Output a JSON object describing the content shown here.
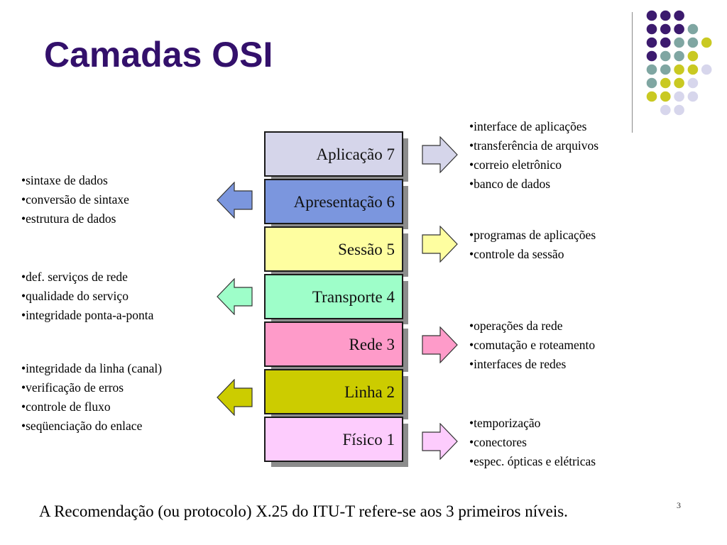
{
  "title": "Camadas OSI",
  "layers": [
    {
      "label": "Aplicação 7",
      "color": "#D5D5EA"
    },
    {
      "label": "Apresentação 6",
      "color": "#7B96DE"
    },
    {
      "label": "Sessão 5",
      "color": "#FEFEA0"
    },
    {
      "label": "Transporte 4",
      "color": "#9EFEC9"
    },
    {
      "label": "Rede 3",
      "color": "#FE9BC9"
    },
    {
      "label": "Linha 2",
      "color": "#CCCC00"
    },
    {
      "label": "Físico 1",
      "color": "#FDCCFD"
    }
  ],
  "left_lists": {
    "apresentacao": [
      "•sintaxe de dados",
      "•conversão de sintaxe",
      "•estrutura de dados"
    ],
    "transporte": [
      "•def. serviços de rede",
      "•qualidade do serviço",
      "•integridade ponta-a-ponta"
    ],
    "linha": [
      "•integridade da linha (canal)",
      "•verificação de erros",
      "•controle de fluxo",
      "•seqüenciação do enlace"
    ]
  },
  "right_lists": {
    "aplicacao": [
      "•interface de aplicações",
      "•transferência de arquivos",
      "•correio eletrônico",
      "•banco de dados"
    ],
    "sessao": [
      "•programas de aplicações",
      "•controle da sessão"
    ],
    "rede": [
      "•operações da rede",
      "•comutação e roteamento",
      "•interfaces de redes"
    ],
    "fisico": [
      "•temporização",
      "•conectores",
      "•espec. ópticas e elétricas"
    ]
  },
  "footer": "A Recomendação (ou protocolo) X.25 do ITU-T refere-se aos 3 primeiros níveis.",
  "page_number": "3",
  "deco_colors": {
    "purple": "#3C1A6E",
    "teal": "#7FA6A2",
    "yellow": "#C9C922",
    "lavender": "#D7D6EC"
  }
}
